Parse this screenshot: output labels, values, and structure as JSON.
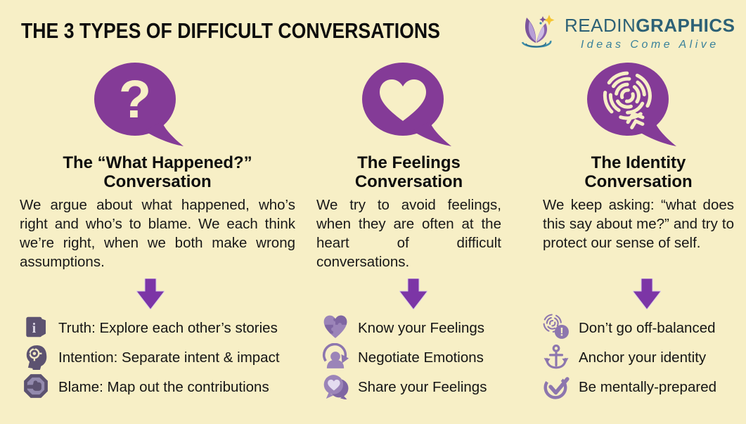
{
  "page": {
    "title": "THE 3 TYPES OF DIFFICULT CONVERSATIONS",
    "background_color": "#f7efc6"
  },
  "logo": {
    "icon": "readinggraphics-book-logo",
    "brand_regular": "READIN",
    "brand_bold": "GRAPHICS",
    "tagline": "Ideas Come Alive",
    "wordmark_color": "#2d6176",
    "tagline_color": "#38809a"
  },
  "colors": {
    "bubble_purple": "#843b97",
    "arrow_purple": "#7c35a6",
    "column1_icon_purple": "#5c5270",
    "column2_icon_purple": "#9b84b8",
    "column3_icon_purple": "#8d76ae",
    "cream": "#f7efc6"
  },
  "columns": [
    {
      "icon": "question-bubble-icon",
      "title_line1": "The “What Happened?”",
      "title_line2": "Conversation",
      "body": "We argue about what happened, who’s right and who’s to blame. We each think we’re right, when we both make wrong assumptions.",
      "bullets": [
        {
          "icon": "info-booklet-icon",
          "label": "Truth: Explore each other’s stories"
        },
        {
          "icon": "head-target-icon",
          "label": "Intention: Separate intent & impact"
        },
        {
          "icon": "pointing-hand-octagon-icon",
          "label": "Blame: Map out the contributions"
        }
      ]
    },
    {
      "icon": "heart-bubble-icon",
      "title_line1": "The Feelings",
      "title_line2": "Conversation",
      "body": "We try to avoid feelings, when they are often at the heart of difficult conversations.",
      "bullets": [
        {
          "icon": "puzzle-heart-icon",
          "label": "Know your Feelings"
        },
        {
          "icon": "person-cycle-icon",
          "label": "Negotiate Emotions"
        },
        {
          "icon": "heart-speech-icon",
          "label": "Share your Feelings"
        }
      ]
    },
    {
      "icon": "fingerprint-bubble-icon",
      "title_line1": "The Identity",
      "title_line2": "Conversation",
      "body": "We keep asking: “what does this say about me?” and try to protect our sense of self.",
      "bullets": [
        {
          "icon": "fingerprint-alert-icon",
          "label": "Don’t go off-balanced"
        },
        {
          "icon": "anchor-icon",
          "label": "Anchor your identity"
        },
        {
          "icon": "check-circle-icon",
          "label": "Be mentally-prepared"
        }
      ]
    }
  ]
}
